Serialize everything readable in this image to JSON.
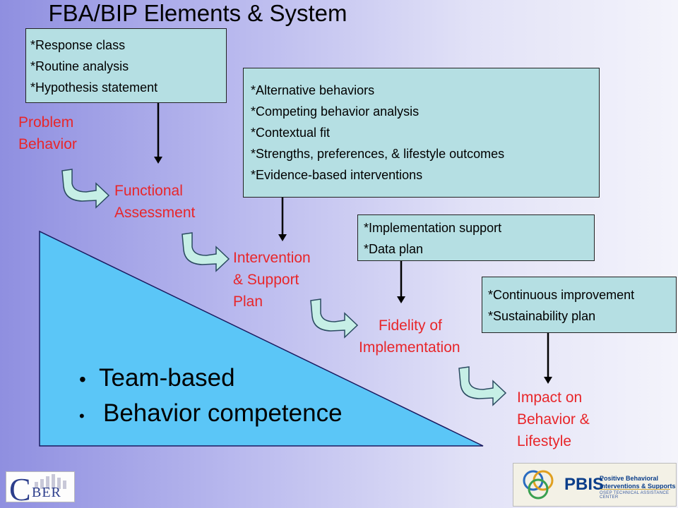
{
  "title": "FBA/BIP Elements & System",
  "boxes": {
    "b1": [
      "*Response class",
      "*Routine analysis",
      "*Hypothesis statement"
    ],
    "b2": [
      "*Alternative behaviors",
      "*Competing behavior analysis",
      "*Contextual fit",
      "*Strengths, preferences, & lifestyle outcomes",
      "*Evidence-based interventions"
    ],
    "b3": [
      "*Implementation support",
      "*Data plan"
    ],
    "b4": [
      "*Continuous improvement",
      "*Sustainability plan"
    ]
  },
  "stages": {
    "s1": [
      "Problem",
      "Behavior"
    ],
    "s2": [
      "Functional",
      "Assessment"
    ],
    "s3": [
      "Intervention",
      "& Support",
      "Plan"
    ],
    "s4": [
      "Fidelity of",
      "Implementation"
    ],
    "s5": [
      "Impact on",
      "Behavior &",
      "Lifestyle"
    ]
  },
  "bullets": [
    "Team-based",
    "Behavior competence"
  ],
  "bullet_char": "•",
  "logos": {
    "left_initial": "C",
    "left_rest": "BER",
    "right_word": "PBIS",
    "right_tagline_1": "Positive Behavioral",
    "right_tagline_2": "Interventions & Supports",
    "right_center": "OSEP TECHNICAL ASSISTANCE CENTER"
  },
  "colors": {
    "triangle": "#5bc6f7",
    "stage_text": "#e8262a",
    "box_fill": "#b5dfe3",
    "curved_arrow": "#c6efe6"
  },
  "icons": [
    "curved-arrow-icon",
    "down-arrow-icon",
    "pbis-rings-icon"
  ]
}
